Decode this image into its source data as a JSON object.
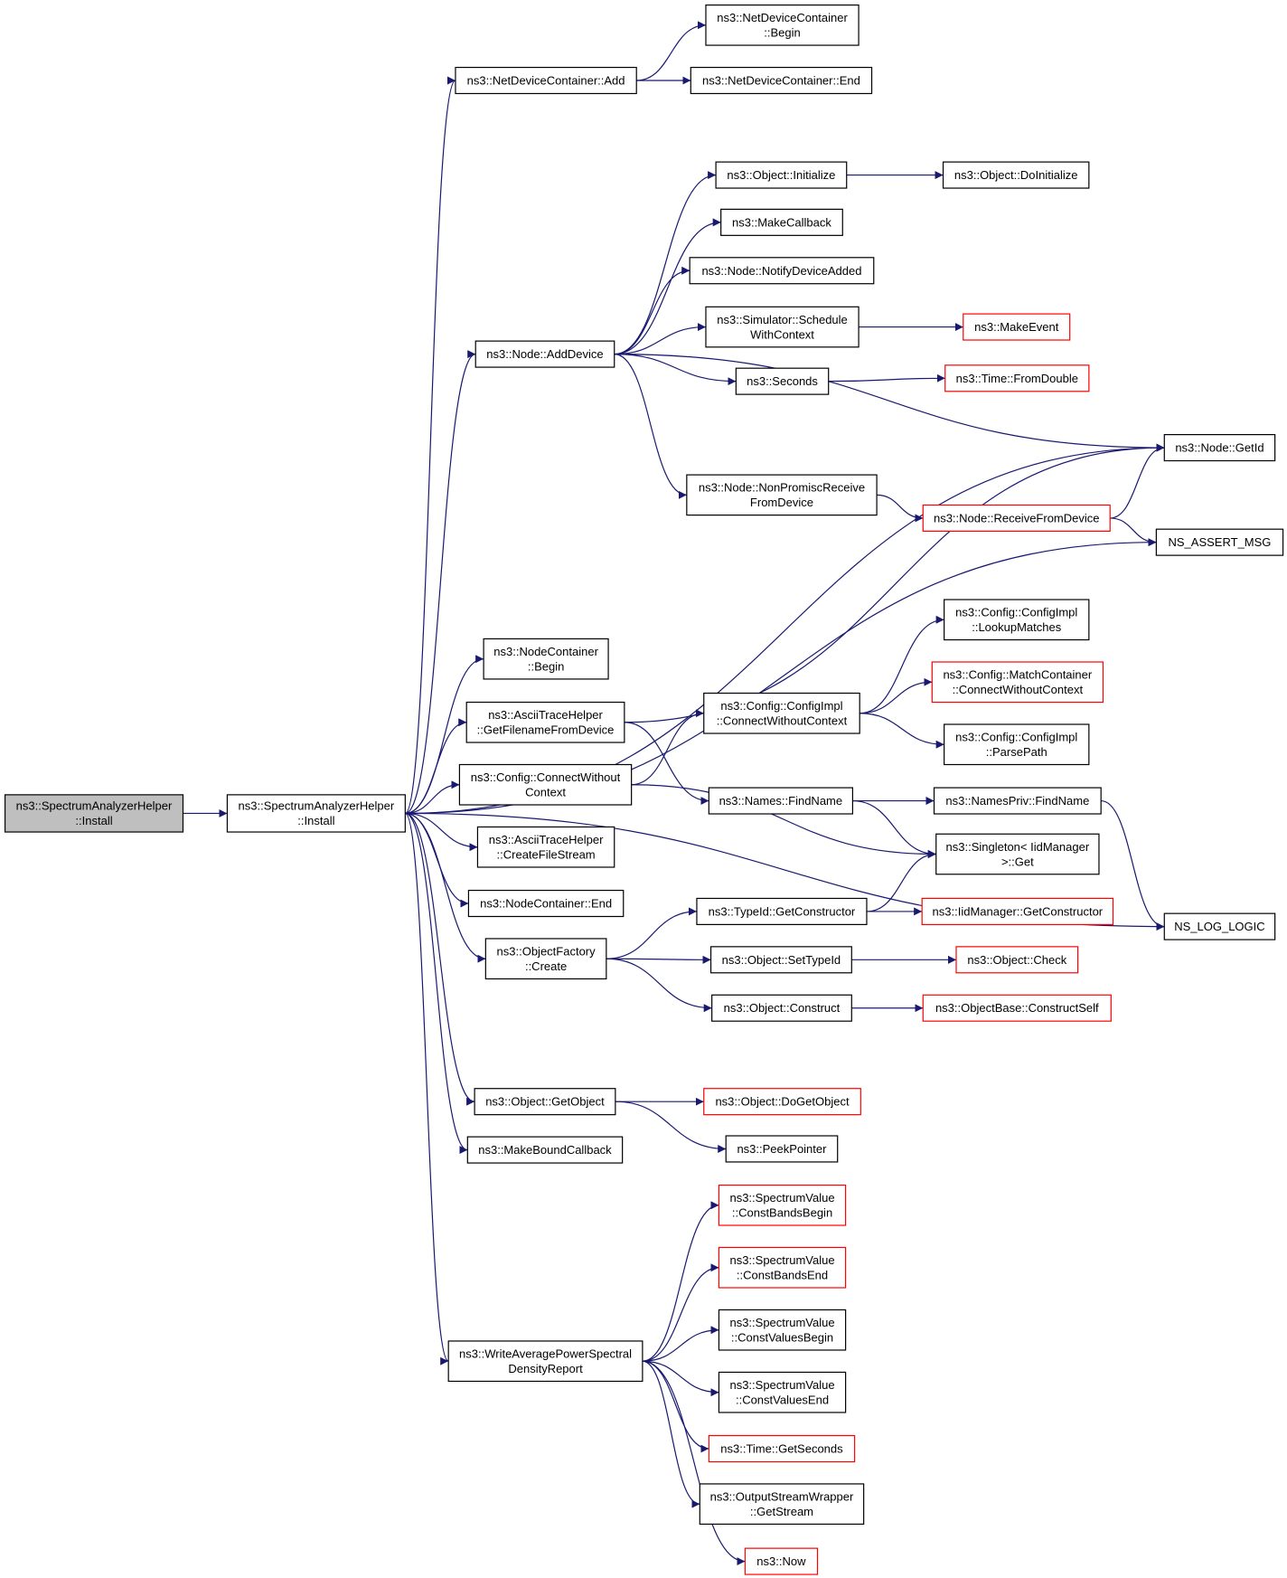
{
  "colors": {
    "edge": "#191970",
    "root_fill": "#bfbfbf",
    "truncated_border": "#ff0000",
    "node_border": "#000000"
  },
  "nodes": [
    {
      "id": "root",
      "lines": [
        "ns3::SpectrumAnalyzerHelper",
        "::Install"
      ],
      "style": "root"
    },
    {
      "id": "sah_install",
      "lines": [
        "ns3::SpectrumAnalyzerHelper",
        "::Install"
      ]
    },
    {
      "id": "ndc_add",
      "lines": [
        "ns3::NetDeviceContainer::Add"
      ]
    },
    {
      "id": "ndc_begin",
      "lines": [
        "ns3::NetDeviceContainer",
        "::Begin"
      ]
    },
    {
      "id": "ndc_end",
      "lines": [
        "ns3::NetDeviceContainer::End"
      ]
    },
    {
      "id": "obj_init",
      "lines": [
        "ns3::Object::Initialize"
      ]
    },
    {
      "id": "obj_doinit",
      "lines": [
        "ns3::Object::DoInitialize"
      ]
    },
    {
      "id": "makecb",
      "lines": [
        "ns3::MakeCallback"
      ]
    },
    {
      "id": "notify",
      "lines": [
        "ns3::Node::NotifyDeviceAdded"
      ]
    },
    {
      "id": "schedctx",
      "lines": [
        "ns3::Simulator::Schedule",
        "WithContext"
      ]
    },
    {
      "id": "makeevent",
      "lines": [
        "ns3::MakeEvent"
      ],
      "style": "trunc"
    },
    {
      "id": "adddevice",
      "lines": [
        "ns3::Node::AddDevice"
      ]
    },
    {
      "id": "seconds",
      "lines": [
        "ns3::Seconds"
      ]
    },
    {
      "id": "fromdouble",
      "lines": [
        "ns3::Time::FromDouble"
      ],
      "style": "trunc"
    },
    {
      "id": "getid",
      "lines": [
        "ns3::Node::GetId"
      ]
    },
    {
      "id": "nonpromisc",
      "lines": [
        "ns3::Node::NonPromiscReceive",
        "FromDevice"
      ]
    },
    {
      "id": "recvfromdev",
      "lines": [
        "ns3::Node::ReceiveFromDevice"
      ],
      "style": "trunc"
    },
    {
      "id": "assert",
      "lines": [
        "NS_ASSERT_MSG"
      ]
    },
    {
      "id": "nc_begin",
      "lines": [
        "ns3::NodeContainer",
        "::Begin"
      ]
    },
    {
      "id": "ascii_fname",
      "lines": [
        "ns3::AsciiTraceHelper",
        "::GetFilenameFromDevice"
      ]
    },
    {
      "id": "lookup",
      "lines": [
        "ns3::Config::ConfigImpl",
        "::LookupMatches"
      ]
    },
    {
      "id": "matchcont",
      "lines": [
        "ns3::Config::MatchContainer",
        "::ConnectWithoutContext"
      ],
      "style": "trunc"
    },
    {
      "id": "cfgimpl_cwc",
      "lines": [
        "ns3::Config::ConfigImpl",
        "::ConnectWithoutContext"
      ]
    },
    {
      "id": "parsepath",
      "lines": [
        "ns3::Config::ConfigImpl",
        "::ParsePath"
      ]
    },
    {
      "id": "cfg_cwc",
      "lines": [
        "ns3::Config::ConnectWithout",
        "Context"
      ]
    },
    {
      "id": "names_find",
      "lines": [
        "ns3::Names::FindName"
      ]
    },
    {
      "id": "namespriv",
      "lines": [
        "ns3::NamesPriv::FindName"
      ]
    },
    {
      "id": "singleton",
      "lines": [
        "ns3::Singleton< IidManager",
        " >::Get"
      ]
    },
    {
      "id": "ascii_create",
      "lines": [
        "ns3::AsciiTraceHelper",
        "::CreateFileStream"
      ]
    },
    {
      "id": "nc_end",
      "lines": [
        "ns3::NodeContainer::End"
      ]
    },
    {
      "id": "typeid_ctor",
      "lines": [
        "ns3::TypeId::GetConstructor"
      ]
    },
    {
      "id": "iid_ctor",
      "lines": [
        "ns3::IidManager::GetConstructor"
      ],
      "style": "trunc"
    },
    {
      "id": "loglogic",
      "lines": [
        "NS_LOG_LOGIC"
      ]
    },
    {
      "id": "objfactory",
      "lines": [
        "ns3::ObjectFactory",
        "::Create"
      ]
    },
    {
      "id": "settypeid",
      "lines": [
        "ns3::Object::SetTypeId"
      ]
    },
    {
      "id": "objcheck",
      "lines": [
        "ns3::Object::Check"
      ],
      "style": "trunc"
    },
    {
      "id": "objconstruct",
      "lines": [
        "ns3::Object::Construct"
      ]
    },
    {
      "id": "constructself",
      "lines": [
        "ns3::ObjectBase::ConstructSelf"
      ],
      "style": "trunc"
    },
    {
      "id": "getobject",
      "lines": [
        "ns3::Object::GetObject"
      ]
    },
    {
      "id": "dogetobject",
      "lines": [
        "ns3::Object::DoGetObject"
      ],
      "style": "trunc"
    },
    {
      "id": "peekptr",
      "lines": [
        "ns3::PeekPointer"
      ]
    },
    {
      "id": "boundcb",
      "lines": [
        "ns3::MakeBoundCallback"
      ]
    },
    {
      "id": "sv_cbb",
      "lines": [
        "ns3::SpectrumValue",
        "::ConstBandsBegin"
      ],
      "style": "trunc"
    },
    {
      "id": "sv_cbe",
      "lines": [
        "ns3::SpectrumValue",
        "::ConstBandsEnd"
      ],
      "style": "trunc"
    },
    {
      "id": "sv_cvb",
      "lines": [
        "ns3::SpectrumValue",
        "::ConstValuesBegin"
      ]
    },
    {
      "id": "writepsd",
      "lines": [
        "ns3::WriteAveragePowerSpectral",
        "DensityReport"
      ]
    },
    {
      "id": "sv_cve",
      "lines": [
        "ns3::SpectrumValue",
        "::ConstValuesEnd"
      ]
    },
    {
      "id": "getseconds",
      "lines": [
        "ns3::Time::GetSeconds"
      ],
      "style": "trunc"
    },
    {
      "id": "osw",
      "lines": [
        "ns3::OutputStreamWrapper",
        "::GetStream"
      ]
    },
    {
      "id": "now",
      "lines": [
        "ns3::Now"
      ],
      "style": "trunc"
    }
  ],
  "edges": [
    [
      "root",
      "sah_install"
    ],
    [
      "sah_install",
      "ndc_add"
    ],
    [
      "ndc_add",
      "ndc_begin"
    ],
    [
      "ndc_add",
      "ndc_end"
    ],
    [
      "sah_install",
      "getid"
    ],
    [
      "sah_install",
      "adddevice"
    ],
    [
      "adddevice",
      "obj_init"
    ],
    [
      "obj_init",
      "obj_doinit"
    ],
    [
      "adddevice",
      "makecb"
    ],
    [
      "adddevice",
      "notify"
    ],
    [
      "adddevice",
      "schedctx"
    ],
    [
      "schedctx",
      "makeevent"
    ],
    [
      "adddevice",
      "seconds"
    ],
    [
      "seconds",
      "fromdouble"
    ],
    [
      "adddevice",
      "getid"
    ],
    [
      "adddevice",
      "nonpromisc"
    ],
    [
      "nonpromisc",
      "recvfromdev"
    ],
    [
      "recvfromdev",
      "getid"
    ],
    [
      "recvfromdev",
      "assert"
    ],
    [
      "sah_install",
      "assert"
    ],
    [
      "sah_install",
      "nc_begin"
    ],
    [
      "sah_install",
      "ascii_fname"
    ],
    [
      "ascii_fname",
      "getid"
    ],
    [
      "ascii_fname",
      "names_find"
    ],
    [
      "sah_install",
      "cfg_cwc"
    ],
    [
      "cfg_cwc",
      "cfgimpl_cwc"
    ],
    [
      "cfg_cwc",
      "singleton"
    ],
    [
      "cfgimpl_cwc",
      "lookup"
    ],
    [
      "cfgimpl_cwc",
      "matchcont"
    ],
    [
      "cfgimpl_cwc",
      "parsepath"
    ],
    [
      "names_find",
      "namespriv"
    ],
    [
      "names_find",
      "singleton"
    ],
    [
      "namespriv",
      "loglogic"
    ],
    [
      "sah_install",
      "ascii_create"
    ],
    [
      "sah_install",
      "nc_end"
    ],
    [
      "sah_install",
      "objfactory"
    ],
    [
      "objfactory",
      "typeid_ctor"
    ],
    [
      "objfactory",
      "settypeid"
    ],
    [
      "objfactory",
      "objconstruct"
    ],
    [
      "typeid_ctor",
      "singleton"
    ],
    [
      "typeid_ctor",
      "iid_ctor"
    ],
    [
      "settypeid",
      "objcheck"
    ],
    [
      "objconstruct",
      "constructself"
    ],
    [
      "sah_install",
      "loglogic"
    ],
    [
      "sah_install",
      "getobject"
    ],
    [
      "getobject",
      "dogetobject"
    ],
    [
      "getobject",
      "peekptr"
    ],
    [
      "sah_install",
      "boundcb"
    ],
    [
      "sah_install",
      "writepsd"
    ],
    [
      "writepsd",
      "sv_cbb"
    ],
    [
      "writepsd",
      "sv_cbe"
    ],
    [
      "writepsd",
      "sv_cvb"
    ],
    [
      "writepsd",
      "sv_cve"
    ],
    [
      "writepsd",
      "getseconds"
    ],
    [
      "writepsd",
      "osw"
    ],
    [
      "writepsd",
      "now"
    ]
  ]
}
